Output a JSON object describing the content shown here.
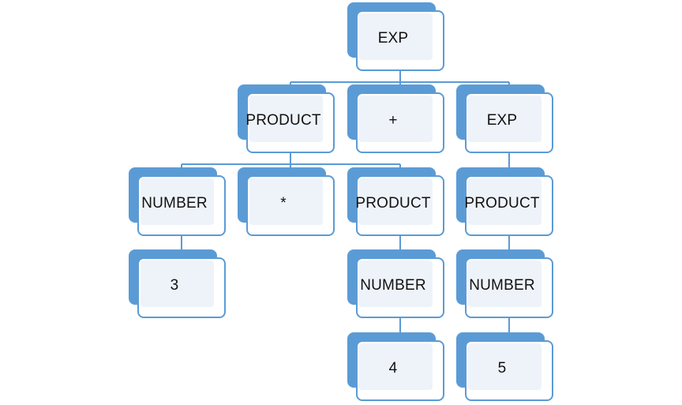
{
  "diagram": {
    "colors": {
      "accent": "#5b9bd5",
      "face": "#eef3fa",
      "line": "#5b9bd5",
      "text": "#111111"
    },
    "nodes": {
      "root_exp": "EXP",
      "product_1": "PRODUCT",
      "plus": "+",
      "exp_2": "EXP",
      "number_3": "NUMBER",
      "times": "*",
      "product_2": "PRODUCT",
      "product_3": "PRODUCT",
      "value_3": "3",
      "number_4": "NUMBER",
      "number_5": "NUMBER",
      "value_4": "4",
      "value_5": "5"
    },
    "edges": [
      [
        "root_exp",
        "product_1"
      ],
      [
        "root_exp",
        "plus"
      ],
      [
        "root_exp",
        "exp_2"
      ],
      [
        "product_1",
        "number_3"
      ],
      [
        "product_1",
        "times"
      ],
      [
        "product_1",
        "product_2"
      ],
      [
        "exp_2",
        "product_3"
      ],
      [
        "number_3",
        "value_3"
      ],
      [
        "product_2",
        "number_4"
      ],
      [
        "number_4",
        "value_4"
      ],
      [
        "product_3",
        "number_5"
      ],
      [
        "number_5",
        "value_5"
      ]
    ]
  }
}
